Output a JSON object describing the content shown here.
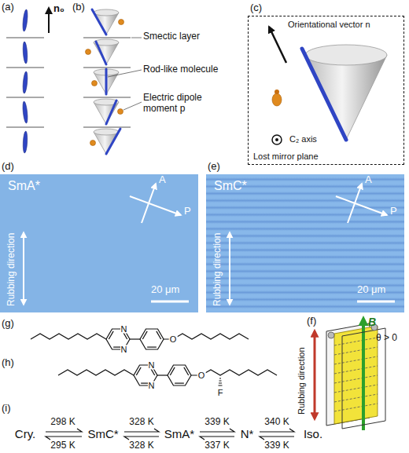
{
  "diagram": {
    "nodes": [
      {
        "text": [
          "Orientational vector n",
          "C₂ axis",
          "Lost mirror plane"
        ]
      },
      {
        "text": [
          "SmA*",
          "A",
          "P",
          "Rubbing direction",
          "20 μm"
        ]
      },
      {
        "text": [
          "SmC*",
          "A",
          "P",
          "Rubbing direction",
          "20 μm"
        ]
      }
    ],
    "labels": [
      "(a)",
      "n₀",
      "(b)",
      "Smectic layer",
      "Rod-like molecule",
      "Electric dipole moment p",
      "(c)",
      "(d)",
      "(e)",
      "(f)",
      "B",
      "θ > 0",
      "Rubbing direction",
      "(g)",
      "N",
      "N",
      "O",
      "(h)",
      "N",
      "N",
      "O",
      "F",
      "(i)",
      "Cry.",
      "298 K",
      "295 K",
      "SmC*",
      "328 K",
      "328 K",
      "SmA*",
      "339 K",
      "337 K",
      "N*",
      "340 K",
      "339 K",
      "Iso."
    ]
  }
}
